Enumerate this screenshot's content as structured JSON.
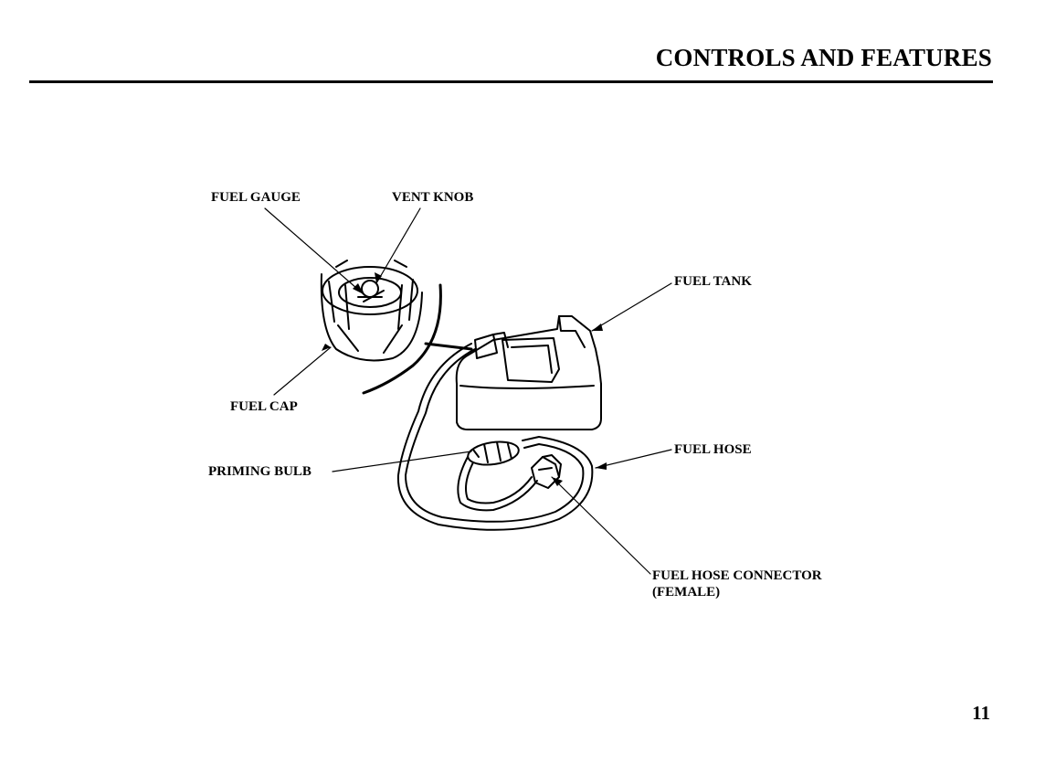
{
  "header": {
    "title": "CONTROLS AND FEATURES"
  },
  "labels": {
    "fuel_gauge": "FUEL GAUGE",
    "vent_knob": "VENT KNOB",
    "fuel_tank": "FUEL TANK",
    "fuel_cap": "FUEL CAP",
    "fuel_hose": "FUEL HOSE",
    "priming_bulb": "PRIMING BULB",
    "fuel_hose_connector": "FUEL HOSE CONNECTOR",
    "fuel_hose_connector_sub": "(FEMALE)"
  },
  "page_number": "11"
}
